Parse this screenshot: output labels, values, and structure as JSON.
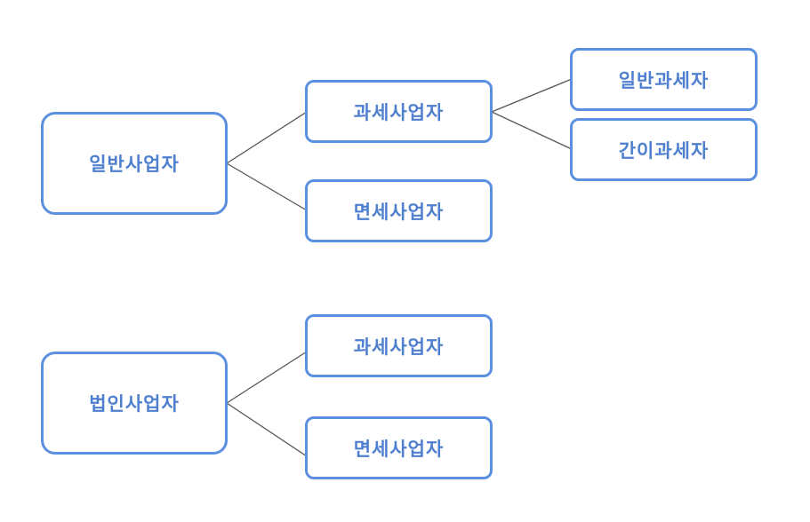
{
  "colors": {
    "border": "#5b8fdf",
    "text": "#4f7fcf",
    "connector": "#555555"
  },
  "diagram": {
    "individual": {
      "root": "일반사업자",
      "taxable": "과세사업자",
      "exempt": "면세사업자",
      "general_taxpayer": "일반과세자",
      "simplified_taxpayer": "간이과세자"
    },
    "corporate": {
      "root": "법인사업자",
      "taxable": "과세사업자",
      "exempt": "면세사업자"
    }
  }
}
